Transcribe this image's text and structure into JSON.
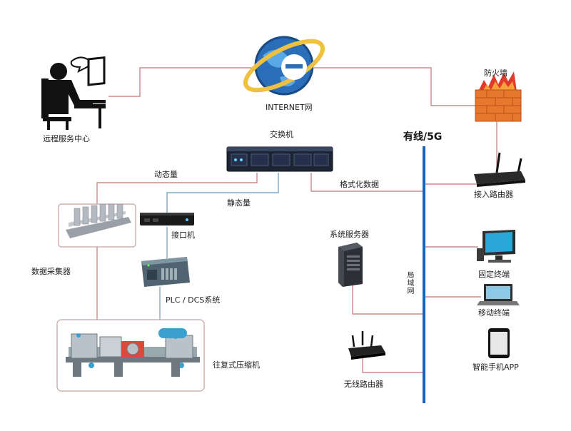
{
  "nodes": {
    "remote_center": "远程服务中心",
    "internet": "INTERNET网",
    "firewall": "防火墙",
    "switch": "交换机",
    "wired_5g": "有线/5G",
    "access_router": "接入路由器",
    "data_collector": "数据采集器",
    "interface_machine": "接口机",
    "plc_dcs": "PLC / DCS系统",
    "compressor": "往复式压缩机",
    "system_server": "系统服务器",
    "lan": "局域网",
    "fixed_terminal": "固定终端",
    "mobile_terminal": "移动终端",
    "smartphone_app": "智能手机APP",
    "wireless_router": "无线路由器"
  },
  "links": {
    "dynamic_data": "动态量",
    "static_data": "静态量",
    "formatted_data": "格式化数据"
  },
  "colors": {
    "link_red": "#c98a8a",
    "link_blue": "#7fa9c9",
    "bus_blue": "#1565c0",
    "firewall_orange": "#e8772e",
    "panel_border": "#c9a0a0"
  },
  "icons": {
    "remote_center": "person-at-computer-icon",
    "internet": "internet-explorer-globe-icon",
    "firewall": "brick-wall-fire-icon",
    "switch": "rack-switch-icon",
    "access_router": "router-antenna-icon",
    "data_collector": "data-acquisition-module-icon",
    "interface_machine": "mini-pc-icon",
    "plc": "plc-module-icon",
    "compressor": "reciprocating-compressor-icon",
    "system_server": "tower-server-icon",
    "fixed_terminal": "desktop-monitor-icon",
    "mobile_terminal": "laptop-icon",
    "smartphone": "smartphone-icon",
    "wireless_router": "wireless-router-icon"
  }
}
